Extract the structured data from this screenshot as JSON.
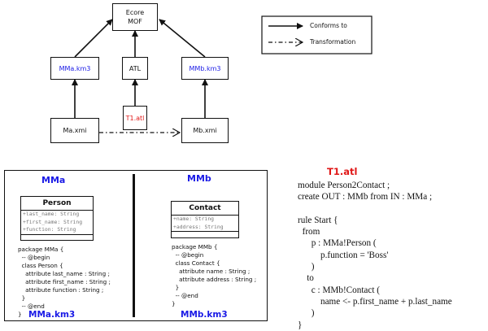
{
  "diagram": {
    "nodes": {
      "ecore": "Ecore\nMOF",
      "mma_km3": "MMa.km3",
      "atl": "ATL",
      "mmb_km3": "MMb.km3",
      "t1_atl": "T1.atl",
      "ma_xmi": "Ma.xmi",
      "mb_xmi": "Mb.xmi"
    },
    "legend": {
      "conforms_to": "Conforms to",
      "transformation": "Transformation"
    }
  },
  "metamodels": {
    "mma": {
      "title": "MMa",
      "class_name": "Person",
      "attributes": [
        "+last_name: String",
        "+first_name: String",
        "+function: String"
      ],
      "code": "package MMa {\n  -- @begin\n  class Person {\n    attribute last_name : String ;\n    attribute first_name : String ;\n    attribute function : String ;\n  }\n  -- @end\n}",
      "footer": "MMa.km3"
    },
    "mmb": {
      "title": "MMb",
      "class_name": "Contact",
      "attributes": [
        "+name: String",
        "+address: String"
      ],
      "code": "package MMb {\n  -- @begin\n  class Contact {\n    attribute name : String ;\n    attribute address : String ;\n  }\n  -- @end\n}",
      "footer": "MMb.km3"
    }
  },
  "atl_code": {
    "title": "T1.atl",
    "body": "module Person2Contact ;\ncreate OUT : MMb from IN : MMa ;\n\nrule Start {\n  from\n      p : MMa!Person (\n          p.function = 'Boss'\n      )\n    to\n      c : MMb!Contact (\n          name <- p.first_name + p.last_name\n      )\n}"
  },
  "colors": {
    "title_blue": "#1a1ae6",
    "highlight_red": "#e01818"
  }
}
